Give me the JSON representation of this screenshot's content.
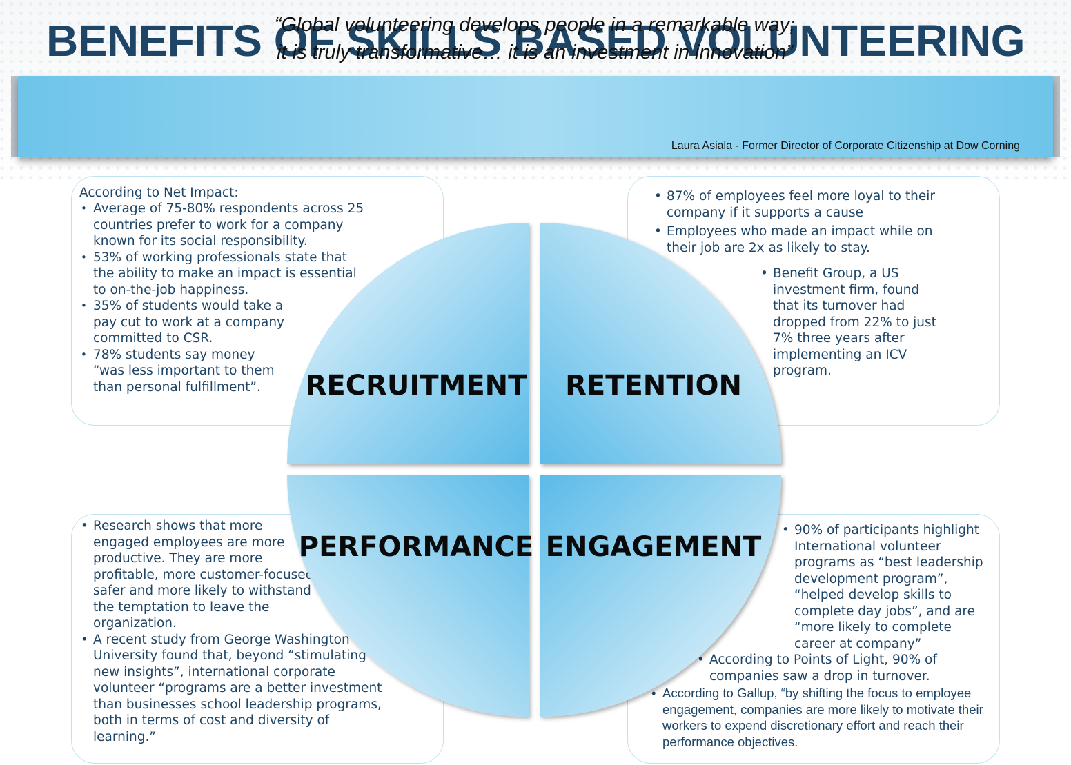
{
  "title": "BENEFITS OF SKILLS BASED VOLUNTEERING",
  "quote": {
    "line1": "“Global volunteering develops people in a remarkable way;",
    "line2": "it is truly transformative… it is an investment in innovation”",
    "attribution": "Laura Asiala -  Former Director of Corporate Citizenship at Dow Corning"
  },
  "quadrants": {
    "recruitment": "RECRUITMENT",
    "retention": "RETENTION",
    "performance": "PERFORMANCE",
    "engagement": "ENGAGEMENT"
  },
  "recruitment_box": {
    "heading": "According to Net Impact:",
    "items": [
      "Average of 75-80% respondents across 25 countries prefer to work for a company known for its social responsibility.",
      "53% of working professionals state that the ability to make an impact is essential to on-the-job happiness.",
      "35% of students would take a pay cut to work at a company committed to CSR.",
      "78% students say money “was less important to them than personal fulfillment”."
    ]
  },
  "retention_box": {
    "items": [
      "87% of employees feel more loyal to their company if it supports a cause",
      "Employees who made an impact while on their job are 2x as likely to stay."
    ],
    "sub_item": "Benefit Group, a US investment firm, found that its turnover had dropped from 22% to just 7% three years after implementing an ICV program."
  },
  "performance_box": {
    "items": [
      "Research shows that more engaged employees are more productive. They are more profitable, more customer-focused, safer and more likely to withstand the temptation to leave the organization.",
      "A recent study from George Washington University found that, beyond “stimulating new insights”, international corporate volunteer “programs are a better investment than businesses school leadership programs, both in terms of cost and diversity of learning.”"
    ]
  },
  "engagement_box": {
    "item1": "90% of participants highlight International volunteer programs as “best leadership development program”, “helped develop skills to complete day jobs”, and are “more likely to complete career at company”",
    "item2": "According to Points of Light, 90% of companies saw a drop in turnover.",
    "item3": "According to Gallup, “by shifting the focus to employee engagement, companies are more likely to motivate their workers to expend discretionary effort and reach their performance objectives."
  },
  "colors": {
    "title": "#1f4566",
    "body_text": "#1f4566",
    "quote_band": "#6ec4ea",
    "box_border": "#bfe3f2",
    "quadrant_light": "#eef8fd",
    "quadrant_dark": "#5bbbe8"
  }
}
